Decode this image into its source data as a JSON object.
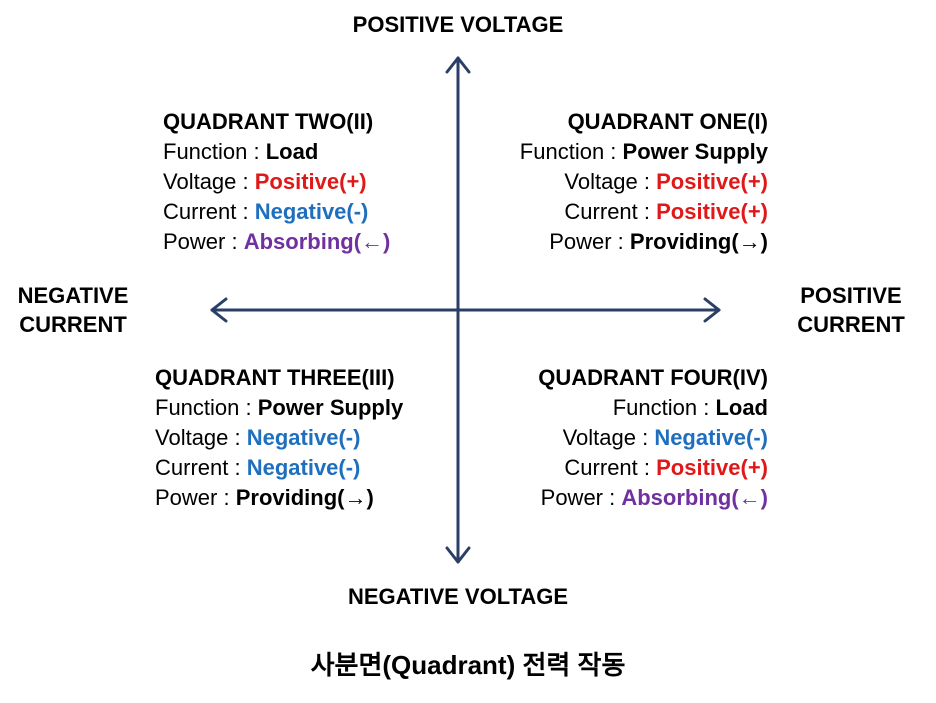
{
  "axes": {
    "top": "POSITIVE VOLTAGE",
    "bottom": "NEGATIVE VOLTAGE",
    "left": [
      "NEGATIVE",
      "CURRENT"
    ],
    "right": [
      "POSITIVE",
      "CURRENT"
    ],
    "color": "#2b3f66"
  },
  "quadrants": {
    "two": {
      "title": "QUADRANT TWO(II)",
      "function": {
        "label": "Function : ",
        "value": "Load"
      },
      "voltage": {
        "label": "Voltage : ",
        "value": "Positive(+)"
      },
      "current": {
        "label": "Current : ",
        "value": "Negative(-)"
      },
      "power": {
        "label": "Power : ",
        "value": "Absorbing(←)"
      }
    },
    "one": {
      "title": "QUADRANT ONE(I)",
      "function": {
        "label": "Function : ",
        "value": "Power Supply"
      },
      "voltage": {
        "label": "Voltage : ",
        "value": "Positive(+)"
      },
      "current": {
        "label": "Current : ",
        "value": "Positive(+)"
      },
      "power": {
        "label": "Power : ",
        "value": "Providing(→)"
      }
    },
    "three": {
      "title": "QUADRANT THREE(III)",
      "function": {
        "label": "Function : ",
        "value": "Power Supply"
      },
      "voltage": {
        "label": "Voltage : ",
        "value": "Negative(-)"
      },
      "current": {
        "label": "Current : ",
        "value": "Negative(-)"
      },
      "power": {
        "label": "Power : ",
        "value": "Providing(→)"
      }
    },
    "four": {
      "title": "QUADRANT FOUR(IV)",
      "function": {
        "label": "Function : ",
        "value": "Load"
      },
      "voltage": {
        "label": "Voltage : ",
        "value": "Negative(-)"
      },
      "current": {
        "label": "Current : ",
        "value": "Positive(+)"
      },
      "power": {
        "label": "Power : ",
        "value": "Absorbing(←)"
      }
    }
  },
  "colors": {
    "positive": "#e01818",
    "negative": "#1f6fbf",
    "absorbing": "#7030a0",
    "neutral": "#000000"
  },
  "caption": "사분면(Quadrant) 전력 작동"
}
